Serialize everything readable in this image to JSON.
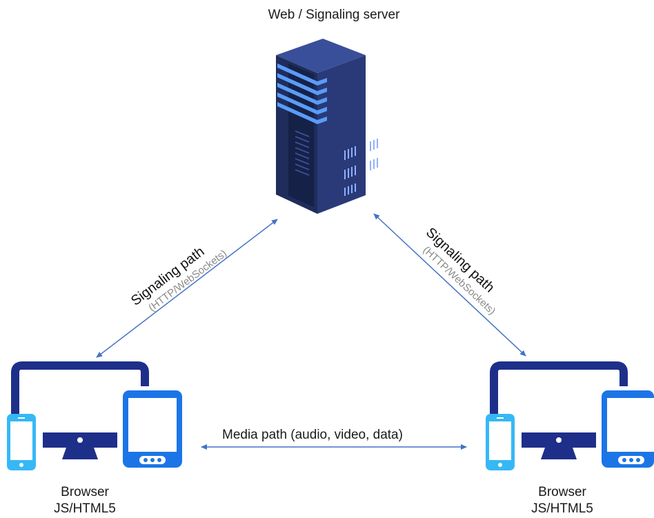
{
  "server": {
    "title": "Web / Signaling server",
    "icon": "server-icon"
  },
  "signaling": {
    "left": {
      "label": "Signaling path",
      "protocol": "(HTTP/WebSockets)"
    },
    "right": {
      "label": "Signaling path",
      "protocol": "(HTTP/WebSockets)"
    }
  },
  "media": {
    "label": "Media path (audio, video, data)"
  },
  "clients": {
    "left": {
      "line1": "Browser",
      "line2": "JS/HTML5",
      "icon": "devices-icon"
    },
    "right": {
      "line1": "Browser",
      "line2": "JS/HTML5",
      "icon": "devices-icon"
    }
  },
  "colors": {
    "arrow": "#4472c4",
    "server_dark": "#1f2d5c",
    "server_mid": "#2f4285",
    "server_light": "#5a9cf8",
    "device_dark": "#1e2f8a",
    "device_blue": "#1c75e6",
    "device_light": "#36b8f5"
  }
}
